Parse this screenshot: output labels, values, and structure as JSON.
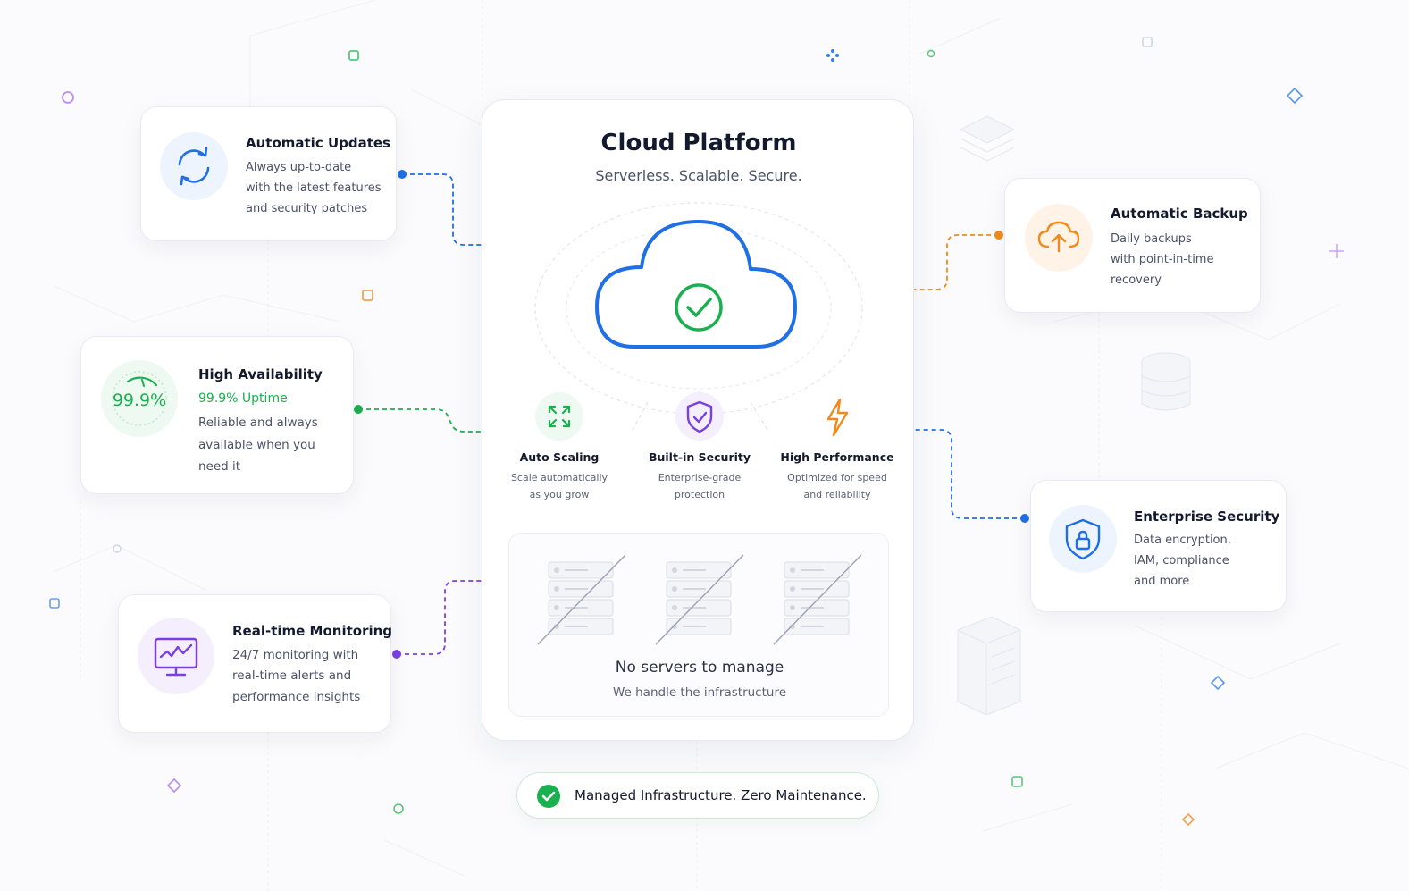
{
  "platform": {
    "title": "Cloud Platform",
    "subtitle": "Serverless. Scalable. Secure."
  },
  "features": [
    {
      "title": "Auto Scaling",
      "line1": "Scale automatically",
      "line2": "as you grow",
      "icon": "expand-arrows-icon"
    },
    {
      "title": "Built-in Security",
      "line1": "Enterprise-grade",
      "line2": "protection",
      "icon": "shield-check-icon"
    },
    {
      "title": "High Performance",
      "line1": "Optimized for speed",
      "line2": "and reliability",
      "icon": "lightning-icon"
    }
  ],
  "servers": {
    "title": "No servers to manage",
    "subtitle": "We handle the infrastructure"
  },
  "cards": {
    "updates": {
      "title": "Automatic Updates",
      "lines": [
        "Always up-to-date",
        "with the latest features",
        "and security patches"
      ]
    },
    "availability": {
      "title": "High Availability",
      "metric": "99.9%",
      "highlight": "99.9% Uptime",
      "lines": [
        "Reliable and always",
        "available when you",
        "need it"
      ]
    },
    "monitoring": {
      "title": "Real-time Monitoring",
      "lines": [
        "24/7 monitoring with",
        "real-time alerts and",
        "performance insights"
      ]
    },
    "backup": {
      "title": "Automatic Backup",
      "lines": [
        "Daily backups",
        "with point-in-time",
        "recovery"
      ]
    },
    "security": {
      "title": "Enterprise Security",
      "lines": [
        "Data encryption,",
        "IAM, compliance",
        "and more"
      ]
    }
  },
  "footer": {
    "label": "Managed Infrastructure. Zero Maintenance."
  },
  "colors": {
    "blue": "#1f6fe5",
    "green": "#1bb04f",
    "purple": "#7b3fe0",
    "orange": "#f08a1c",
    "navy": "#141a2e"
  }
}
